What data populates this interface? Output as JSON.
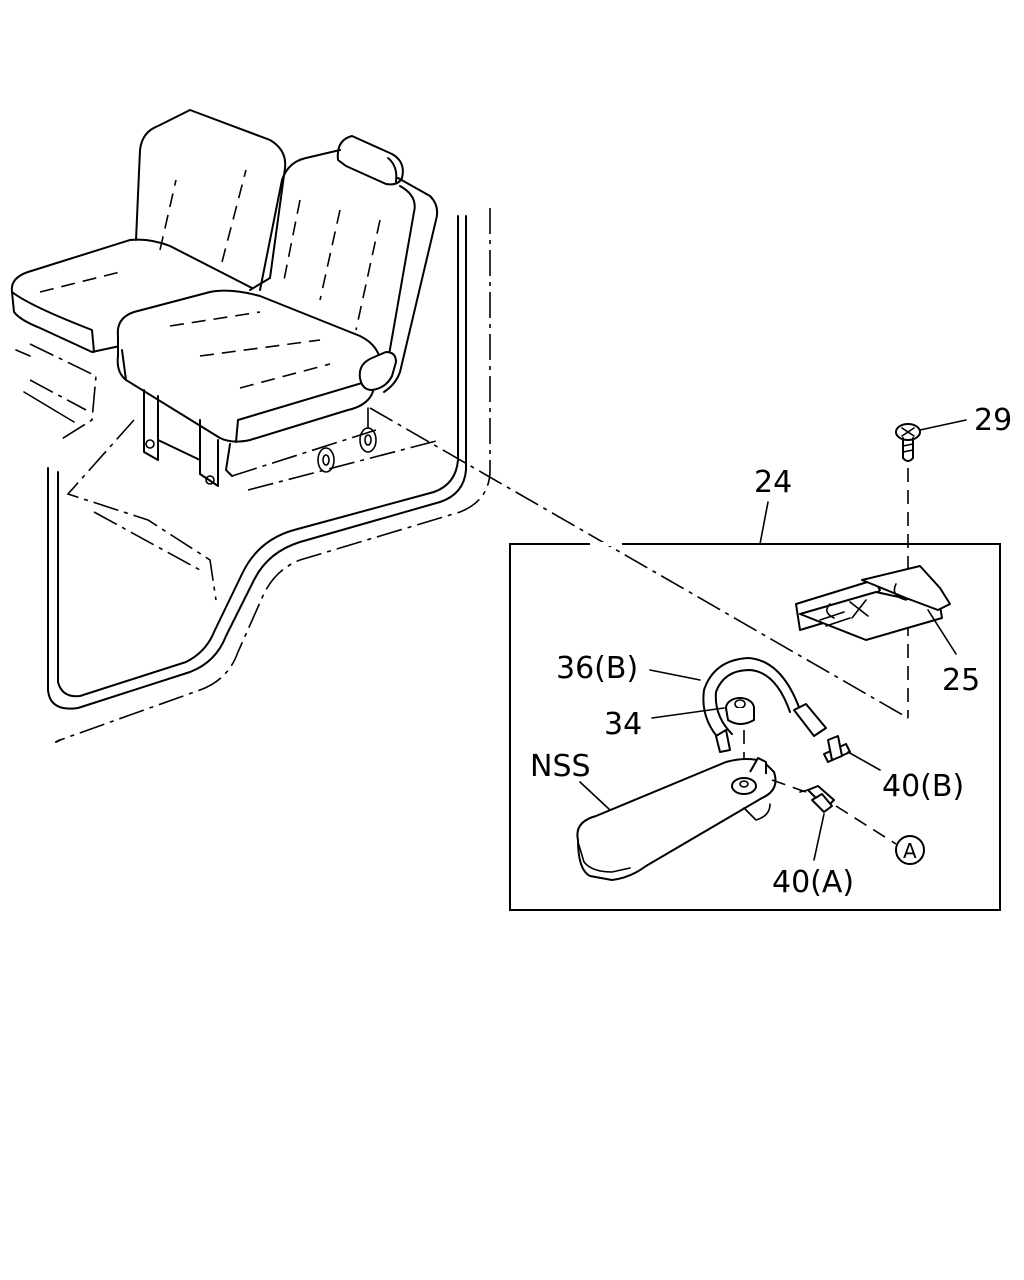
{
  "labels": {
    "p29": "29",
    "p24": "24",
    "p25": "25",
    "p36b": "36(B)",
    "p34": "34",
    "nss": "NSS",
    "p40b": "40(B)",
    "p40a": "40(A)",
    "ref_a": "A"
  }
}
